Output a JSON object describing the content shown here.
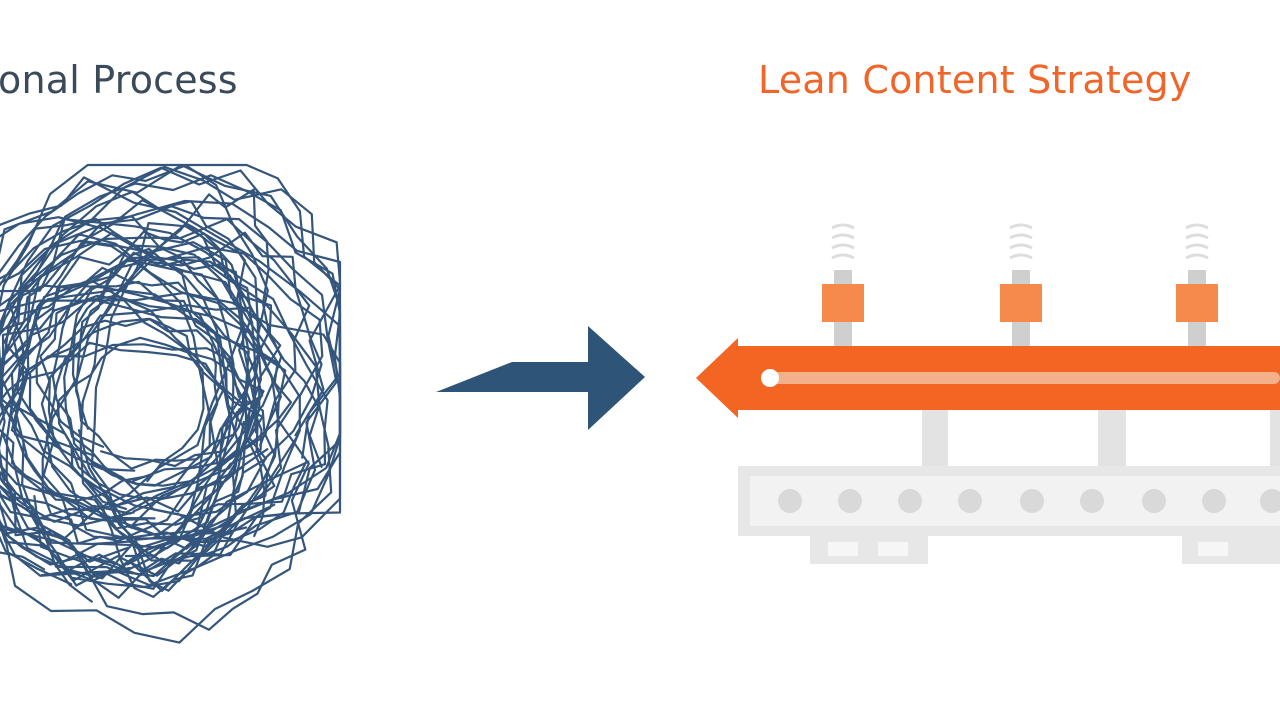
{
  "left_panel": {
    "title": "onal Process",
    "color": "#2a4c75",
    "illustration": "tangled-scribble"
  },
  "middle": {
    "arrow_color": "#2e5577",
    "icon": "arrow-right-icon"
  },
  "right_panel": {
    "title": "Lean Content Strategy",
    "accent_color": "#f26522",
    "light_orange": "#f58a4a",
    "frame_color": "#e3e3e3",
    "illustration": "conveyor-line"
  }
}
